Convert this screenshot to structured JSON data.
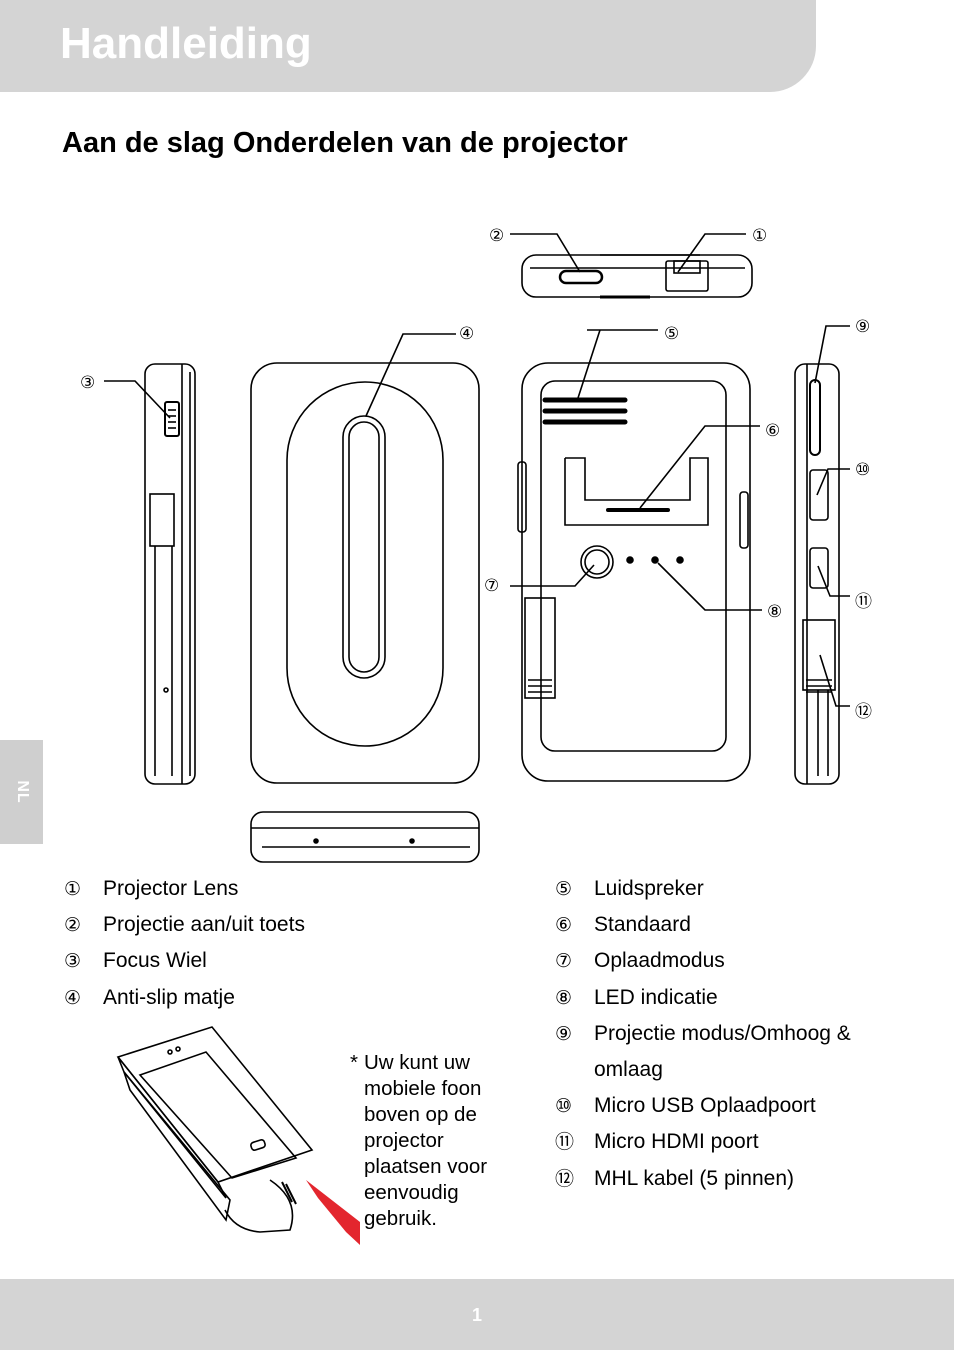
{
  "header": {
    "title": "Handleiding"
  },
  "section": {
    "title": "Aan de slag Onderdelen van de projector"
  },
  "language_tab": "NL",
  "callouts": [
    "①",
    "②",
    "③",
    "④",
    "⑤",
    "⑥",
    "⑦",
    "⑧",
    "⑨",
    "⑩",
    "⑪",
    "⑫"
  ],
  "parts_left": [
    {
      "num": "①",
      "label": "Projector Lens"
    },
    {
      "num": "②",
      "label": "Projectie aan/uit toets"
    },
    {
      "num": "③",
      "label": "Focus Wiel"
    },
    {
      "num": "④",
      "label": "Anti-slip matje"
    }
  ],
  "parts_right": [
    {
      "num": "⑤",
      "label": "Luidspreker"
    },
    {
      "num": "⑥",
      "label": "Standaard"
    },
    {
      "num": "⑦",
      "label": "Oplaadmodus"
    },
    {
      "num": "⑧",
      "label": "LED indicatie"
    },
    {
      "num": "⑨",
      "label": "Projectie modus/Omhoog &",
      "label2": "omlaag"
    },
    {
      "num": "⑩",
      "label": "Micro USB Oplaadpoort"
    },
    {
      "num": "⑪",
      "label": "Micro HDMI poort"
    },
    {
      "num": "⑫",
      "label": "MHL kabel (5 pinnen)"
    }
  ],
  "note": {
    "star": "*",
    "text": "Uw kunt uw mobiele foon boven op de projector plaatsen voor eenvoudig gebruik."
  },
  "footer": {
    "page_number": "1"
  },
  "colors": {
    "header_bg": "#d4d4d4",
    "arrow": "#e3262e"
  }
}
